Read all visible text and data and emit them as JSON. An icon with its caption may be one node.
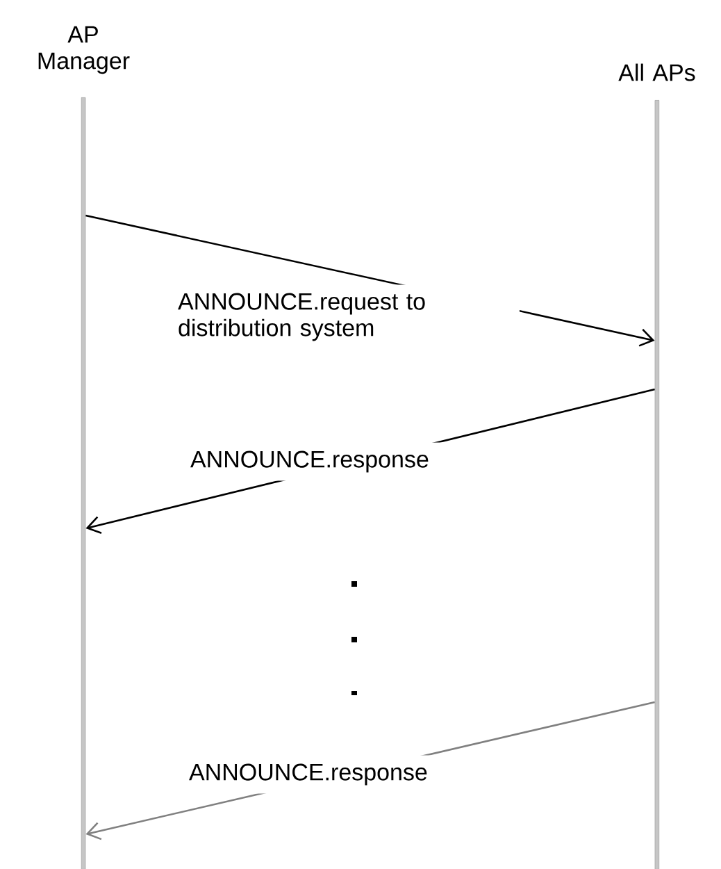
{
  "diagram": {
    "nodes": [
      {
        "text": [
          "AP Manager"
        ]
      },
      {
        "text": [
          "All APs"
        ]
      }
    ],
    "edges": [
      {
        "from": 0,
        "to": 1,
        "arrow": "to",
        "label": "ANNOUNCE.request to distribution system"
      },
      {
        "from": 1,
        "to": 0,
        "arrow": "to",
        "label": "ANNOUNCE.response"
      },
      {
        "from": 1,
        "to": 0,
        "arrow": "to",
        "label": "ANNOUNCE.response",
        "color": "#808080"
      }
    ]
  }
}
